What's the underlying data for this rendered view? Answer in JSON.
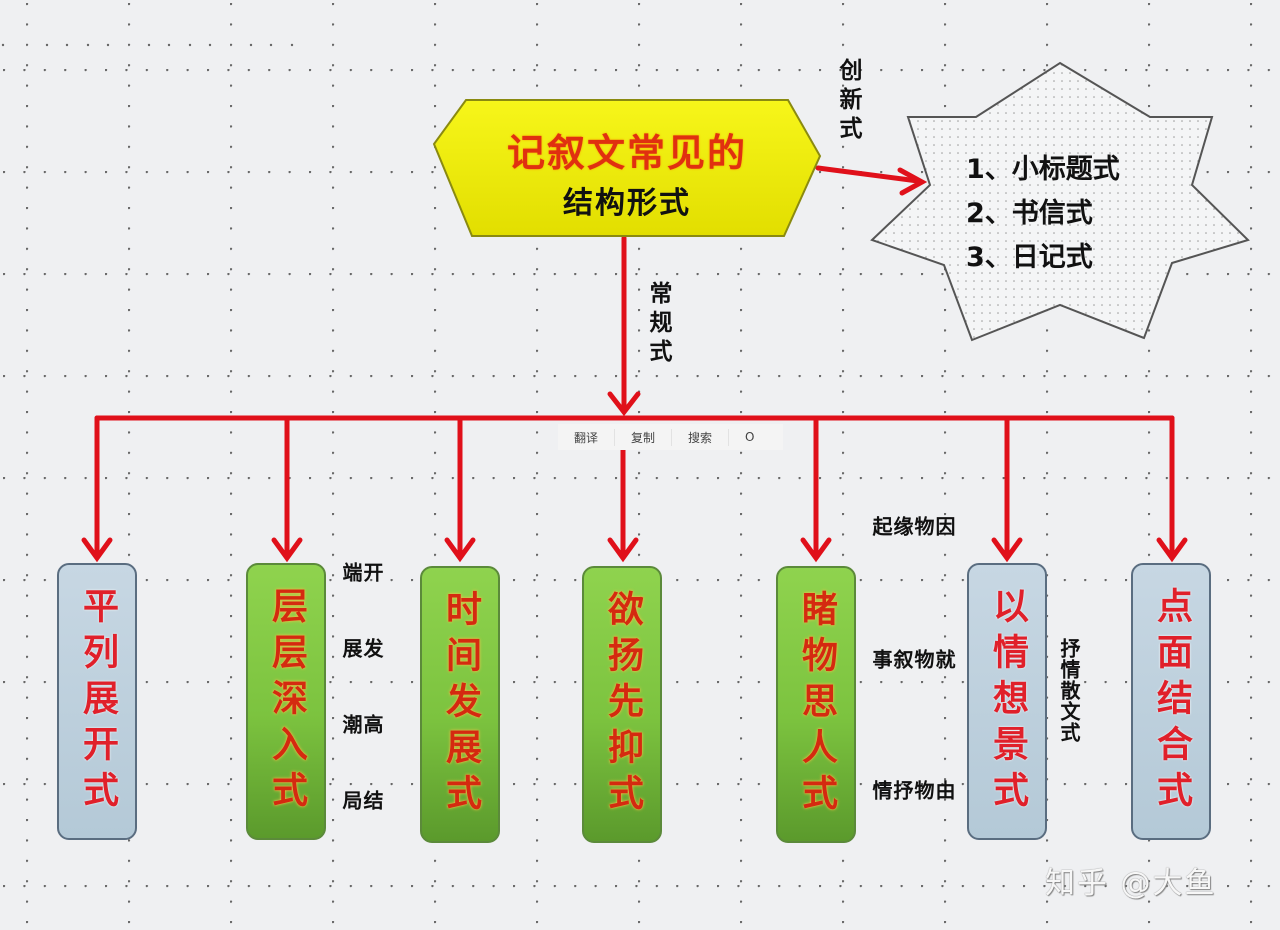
{
  "title": {
    "line1": "记叙文常见的",
    "line2": "结构形式",
    "fill": "#f5f000",
    "line1_color": "#e03010",
    "line2_color": "#111111"
  },
  "connector_labels": {
    "innovative": "创新式",
    "conventional": "常规式"
  },
  "innovative_types": {
    "items": [
      "1、小标题式",
      "2、书信式",
      "3、日记式"
    ]
  },
  "conventional_types": [
    {
      "label": "平列展开式",
      "style": "blue",
      "note": ""
    },
    {
      "label": "层层深入式",
      "style": "green",
      "note": [
        "开端",
        "发展",
        "高潮",
        "结局"
      ]
    },
    {
      "label": "时间发展式",
      "style": "green",
      "note": ""
    },
    {
      "label": "欲扬先抑式",
      "style": "green",
      "note": ""
    },
    {
      "label": "睹物思人式",
      "style": "green",
      "note": [
        "因物缘起",
        "就物叙事",
        "由物抒情"
      ]
    },
    {
      "label": "以情想景式",
      "style": "blue",
      "note": [
        "抒情散文式"
      ]
    },
    {
      "label": "点面结合式",
      "style": "blue",
      "note": ""
    }
  ],
  "context_menu": {
    "translate": "翻译",
    "copy": "复制",
    "search": "搜索",
    "more": "O"
  },
  "watermark": "知乎 @大鱼",
  "colors": {
    "arrow": "#e0101a",
    "background": "#eff0f2",
    "blue_box": "#bfd1de",
    "green_box": "#86cc47"
  }
}
